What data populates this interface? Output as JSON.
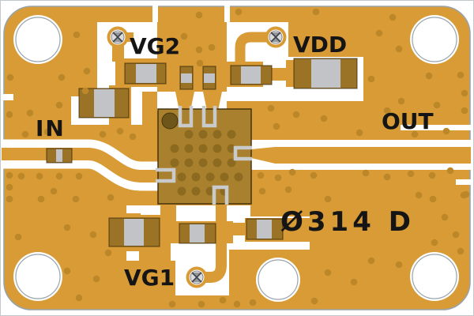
{
  "board": {
    "silkscreen_labels": {
      "gate2": "VG2",
      "drain": "VDD",
      "input": "IN",
      "output": "OUT",
      "gate1": "VG1",
      "marking": "Ø314 D"
    },
    "icons": {
      "test_points": [
        "screw-head-icon-vg2",
        "screw-head-icon-vdd",
        "screw-head-icon-vg1"
      ],
      "mounting_holes_count": "5"
    },
    "colors": {
      "copper_gold": "#D89B35",
      "substrate_white": "#FFFFFF",
      "via": "#BC8728",
      "silkscreen": "#151515",
      "component_pad": "#9A7326",
      "component_body": "#C2C3C6",
      "die": "#A9812E",
      "die_via": "#8C6A1F",
      "lead": "#C9CACC",
      "board_outline": "#9AA3AA"
    }
  }
}
